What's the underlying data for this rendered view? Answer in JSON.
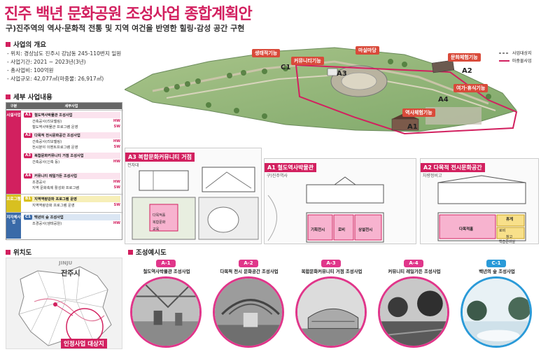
{
  "title": "진주 백년 문화공원 조성사업 종합계획안",
  "subtitle": "구)진주역의 역사·문화적 전통 및 지역 여건을 반영한 힐링·감성 공간 구현",
  "overview": {
    "heading": "사업의 개요",
    "lines": [
      "- 위치: 경상남도 진주시 강남동 245-110번지 일원",
      "- 사업기간: 2021 ~ 2023년(3년)",
      "- 총사업비: 100억원",
      "- 사업규모: 42,077㎡(마중물: 26,917㎡)"
    ]
  },
  "details": {
    "heading": "세부 사업내용",
    "col1": "구분",
    "col2": "세부사업",
    "groups": [
      {
        "side": "시설사업",
        "color": "#d2205f",
        "items": [
          {
            "code": "A1",
            "name": "철도역사박물관 조성사업",
            "rows": [
              {
                "t": "건축공사(리모델링)",
                "k": "HW"
              },
              {
                "t": "철도역사박물관 프로그램 운영",
                "k": "SW"
              }
            ]
          },
          {
            "code": "A2",
            "name": "다목적 전시문화공간 조성사업",
            "rows": [
              {
                "t": "건축공사(리모델링)",
                "k": "HW"
              },
              {
                "t": "전시분야 이벤트프로그램 운영",
                "k": "SW"
              }
            ]
          },
          {
            "code": "A3",
            "name": "복합문화커뮤니티 거점 조성사업",
            "rows": [
              {
                "t": "건축공사(신축 등)",
                "k": "HW"
              },
              {
                "t": "",
                "k": ""
              }
            ]
          },
          {
            "code": "A4",
            "name": "커뮤니티 레일가든 조성사업",
            "rows": [
              {
                "t": "조경공사",
                "k": "HW"
              },
              {
                "t": "지역 문화축제 활성화 프로그램",
                "k": "SW"
              }
            ]
          }
        ]
      },
      {
        "side": "프로그램",
        "color": "#d8c020",
        "items": [
          {
            "code": "B1",
            "name": "지역역량강화 프로그램 운영",
            "rows": [
              {
                "t": "지역역량강화 프로그램 운영",
                "k": "SW"
              }
            ]
          }
        ]
      },
      {
        "side": "지자체사업",
        "color": "#3a6aa8",
        "items": [
          {
            "code": "C1",
            "name": "백년의 숲 조성사업",
            "rows": [
              {
                "t": "조경공사(생태공원)",
                "k": "HW"
              }
            ]
          }
        ]
      }
    ]
  },
  "location": {
    "heading": "위치도",
    "eng": "JINJU",
    "city": "진주시",
    "target": "인정사업 대상지"
  },
  "map": {
    "labels": [
      "C1",
      "A3",
      "A2",
      "A4",
      "A1"
    ],
    "callouts": [
      "생태적기능",
      "커뮤니티기능",
      "마실마당",
      "문화체험기능",
      "여가·휴식기능",
      "역사체험기능"
    ],
    "legend": [
      "사업대상지",
      "마중물사업"
    ]
  },
  "plans": [
    {
      "title": "A3 복합문화커뮤니티 거점",
      "sub": "전자대"
    },
    {
      "title": "A1 철도역사박물관",
      "sub": "구)진주역사"
    },
    {
      "title": "A2 다목적 전시문화공간",
      "sub": "차량정비고"
    }
  ],
  "a1_rooms": [
    "기획전시",
    "로비",
    "상설전시"
  ],
  "a2_rooms": [
    "다목적홀",
    "휴게",
    "로비",
    "창고",
    "학습준비실"
  ],
  "a3_rooms": [
    "다목적홀",
    "복합문화",
    "교육"
  ],
  "illustrations": {
    "heading": "조성예시도",
    "items": [
      {
        "code": "A-1",
        "label": "철도역사박물관 조성사업",
        "color": "#e0368a"
      },
      {
        "code": "A-2",
        "label": "다목적 전시 문화공간 조성사업",
        "color": "#e0368a"
      },
      {
        "code": "A-3",
        "label": "복합문화커뮤니티 거점 조성사업",
        "color": "#e0368a"
      },
      {
        "code": "A-4",
        "label": "커뮤니티 레일가든 조성사업",
        "color": "#e0368a"
      },
      {
        "code": "C-1",
        "label": "백년의 숲 조성사업",
        "color": "#2a9ad8"
      }
    ]
  }
}
